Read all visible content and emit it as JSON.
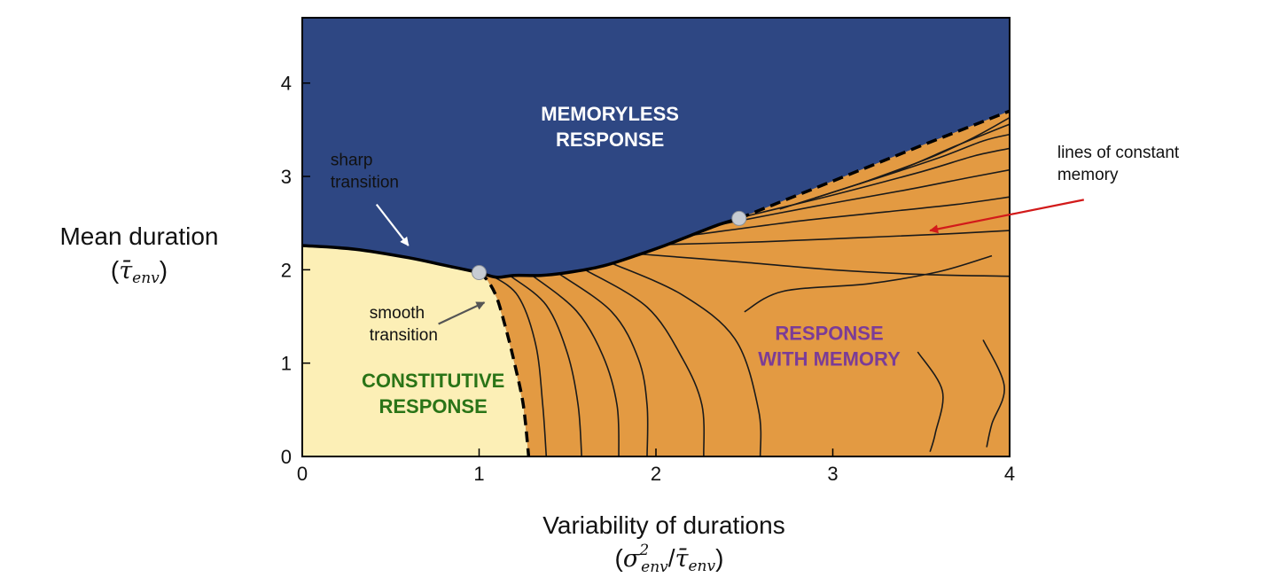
{
  "chart_data": {
    "type": "phase-diagram",
    "title": "",
    "xlabel": "Variability of durations",
    "xlabel_symbol": {
      "open": "(",
      "main": "σ",
      "sup": "2",
      "sub": "env",
      "slash": "/",
      "main2": "τ̄",
      "sub2": "env",
      "close": ")"
    },
    "ylabel": "Mean duration",
    "ylabel_symbol": {
      "open": "(",
      "main": "τ̄",
      "sub": "env",
      "close": ")"
    },
    "xlim": [
      0,
      4
    ],
    "ylim": [
      0,
      4.7
    ],
    "xticks": [
      "0",
      "1",
      "2",
      "3",
      "4"
    ],
    "yticks": [
      "0",
      "1",
      "2",
      "3",
      "4"
    ],
    "grid": false,
    "regions": [
      {
        "label_lines": [
          "MEMORYLESS",
          "RESPONSE"
        ],
        "color": "#2e4783",
        "text_color": "#ffffff",
        "label_at": [
          1.74,
          3.6
        ]
      },
      {
        "label_lines": [
          "CONSTITUTIVE",
          "RESPONSE"
        ],
        "color": "#fcefb6",
        "text_color": "#2a7417",
        "label_at": [
          0.74,
          0.74
        ]
      },
      {
        "label_lines": [
          "RESPONSE",
          "WITH MEMORY"
        ],
        "color": "#e39a42",
        "text_color": "#7b3c97",
        "label_at": [
          2.98,
          1.25
        ]
      }
    ],
    "boundaries": {
      "sharp_transition": [
        [
          0,
          2.26
        ],
        [
          0.3,
          2.22
        ],
        [
          0.6,
          2.13
        ],
        [
          0.8,
          2.05
        ],
        [
          1.0,
          1.97
        ]
      ],
      "upper_boundary": [
        [
          1.0,
          1.97
        ],
        [
          1.1,
          1.92
        ],
        [
          1.2,
          1.94
        ],
        [
          1.35,
          1.94
        ],
        [
          1.5,
          1.97
        ],
        [
          1.7,
          2.04
        ],
        [
          1.9,
          2.16
        ],
        [
          2.05,
          2.26
        ],
        [
          2.2,
          2.37
        ],
        [
          2.35,
          2.48
        ],
        [
          2.47,
          2.55
        ]
      ],
      "dashed_upper": [
        [
          2.47,
          2.55
        ],
        [
          3.0,
          2.95
        ],
        [
          3.5,
          3.33
        ],
        [
          4.0,
          3.7
        ]
      ],
      "dashed_lower": [
        [
          1.0,
          1.97
        ],
        [
          1.05,
          1.88
        ],
        [
          1.1,
          1.7
        ],
        [
          1.15,
          1.38
        ],
        [
          1.2,
          1.0
        ],
        [
          1.25,
          0.55
        ],
        [
          1.28,
          0.0
        ]
      ]
    },
    "critical_points": [
      [
        1.0,
        1.97
      ],
      [
        2.47,
        2.55
      ]
    ],
    "constant_memory_lines": [
      [
        [
          1.07,
          1.94
        ],
        [
          1.22,
          1.72
        ],
        [
          1.32,
          1.2
        ],
        [
          1.36,
          0.55
        ],
        [
          1.38,
          0.0
        ]
      ],
      [
        [
          1.18,
          1.93
        ],
        [
          1.38,
          1.62
        ],
        [
          1.5,
          1.1
        ],
        [
          1.56,
          0.55
        ],
        [
          1.58,
          0.0
        ]
      ],
      [
        [
          1.3,
          1.94
        ],
        [
          1.55,
          1.56
        ],
        [
          1.7,
          1.08
        ],
        [
          1.78,
          0.55
        ],
        [
          1.79,
          0.0
        ]
      ],
      [
        [
          1.45,
          1.96
        ],
        [
          1.75,
          1.55
        ],
        [
          1.9,
          1.05
        ],
        [
          1.95,
          0.55
        ],
        [
          1.95,
          0.0
        ]
      ],
      [
        [
          1.6,
          2.0
        ],
        [
          1.95,
          1.6
        ],
        [
          2.15,
          1.05
        ],
        [
          2.26,
          0.55
        ],
        [
          2.27,
          0.0
        ]
      ],
      [
        [
          1.75,
          2.07
        ],
        [
          2.15,
          1.73
        ],
        [
          2.45,
          1.25
        ],
        [
          2.58,
          0.5
        ],
        [
          2.59,
          0.0
        ]
      ],
      [
        [
          3.9,
          2.15
        ],
        [
          3.6,
          1.98
        ],
        [
          3.2,
          1.85
        ],
        [
          2.72,
          1.77
        ],
        [
          2.5,
          1.55
        ]
      ],
      [
        [
          3.85,
          1.25
        ],
        [
          3.97,
          0.75
        ],
        [
          3.9,
          0.35
        ],
        [
          3.87,
          0.1
        ]
      ],
      [
        [
          3.48,
          1.12
        ],
        [
          3.62,
          0.7
        ],
        [
          3.58,
          0.25
        ],
        [
          3.55,
          0.05
        ]
      ],
      [
        [
          1.9,
          2.17
        ],
        [
          2.5,
          2.08
        ],
        [
          3.0,
          2.0
        ],
        [
          3.5,
          1.95
        ],
        [
          4.0,
          1.93
        ]
      ],
      [
        [
          2.05,
          2.27
        ],
        [
          2.6,
          2.3
        ],
        [
          3.1,
          2.34
        ],
        [
          3.6,
          2.38
        ],
        [
          4.0,
          2.42
        ]
      ],
      [
        [
          2.2,
          2.37
        ],
        [
          2.8,
          2.52
        ],
        [
          3.3,
          2.62
        ],
        [
          3.7,
          2.7
        ],
        [
          4.0,
          2.78
        ]
      ],
      [
        [
          2.35,
          2.48
        ],
        [
          2.9,
          2.68
        ],
        [
          3.4,
          2.85
        ],
        [
          3.75,
          2.98
        ],
        [
          4.0,
          3.07
        ]
      ],
      [
        [
          2.5,
          2.57
        ],
        [
          3.0,
          2.8
        ],
        [
          3.5,
          3.05
        ],
        [
          3.8,
          3.22
        ],
        [
          4.0,
          3.3
        ]
      ],
      [
        [
          2.7,
          2.65
        ],
        [
          3.2,
          2.95
        ],
        [
          3.6,
          3.2
        ],
        [
          3.85,
          3.38
        ],
        [
          4.0,
          3.45
        ]
      ],
      [
        [
          2.9,
          2.77
        ],
        [
          3.35,
          3.05
        ],
        [
          3.7,
          3.33
        ],
        [
          4.0,
          3.56
        ]
      ],
      [
        [
          3.15,
          2.92
        ],
        [
          3.55,
          3.2
        ],
        [
          3.8,
          3.42
        ],
        [
          4.0,
          3.63
        ]
      ]
    ],
    "annotations": [
      {
        "lines": [
          "sharp",
          "transition"
        ],
        "text_at": [
          0.16,
          3.12
        ],
        "arrow_from": [
          0.42,
          2.7
        ],
        "arrow_to": [
          0.6,
          2.26
        ],
        "arrow_color": "#ffffff",
        "text_color": "#ffffff"
      },
      {
        "lines": [
          "smooth",
          "transition"
        ],
        "text_at": [
          0.38,
          1.48
        ],
        "arrow_from": [
          0.77,
          1.42
        ],
        "arrow_to": [
          1.03,
          1.65
        ],
        "arrow_color": "#555555",
        "text_color": "#111111"
      },
      {
        "lines": [
          "lines of constant",
          "memory"
        ],
        "text_at": [
          4.27,
          3.2
        ],
        "arrow_from": [
          4.42,
          2.75
        ],
        "arrow_to": [
          3.55,
          2.42
        ],
        "arrow_color": "#d21a1a",
        "text_color": "#d21a1a"
      }
    ]
  }
}
